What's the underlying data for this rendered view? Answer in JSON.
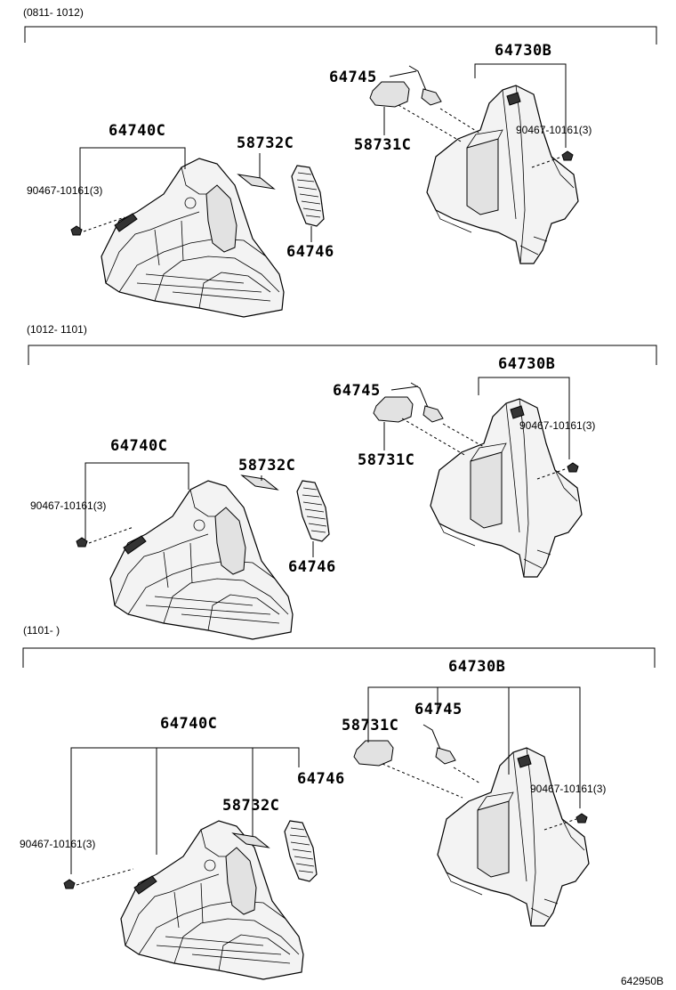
{
  "sections": [
    {
      "period": "(0811- 1012)",
      "labels": {
        "p64730B": "64730B",
        "p64745": "64745",
        "p58731C": "58731C",
        "clip_right": "90467-10161(3)",
        "p64740C": "64740C",
        "clip_left": "90467-10161(3)",
        "p58732C": "58732C",
        "p64746": "64746"
      }
    },
    {
      "period": "(1012- 1101)",
      "labels": {
        "p64730B": "64730B",
        "p64745": "64745",
        "p58731C": "58731C",
        "clip_right": "90467-10161(3)",
        "p64740C": "64740C",
        "clip_left": "90467-10161(3)",
        "p58732C": "58732C",
        "p64746": "64746"
      }
    },
    {
      "period": "(1101-        )",
      "labels": {
        "p64730B": "64730B",
        "p58731C": "58731C",
        "p64745": "64745",
        "clip_right": "90467-10161(3)",
        "p64740C": "64740C",
        "p64746": "64746",
        "p58732C": "58732C",
        "clip_left": "90467-10161(3)"
      }
    }
  ],
  "diagram_code": "642950B"
}
